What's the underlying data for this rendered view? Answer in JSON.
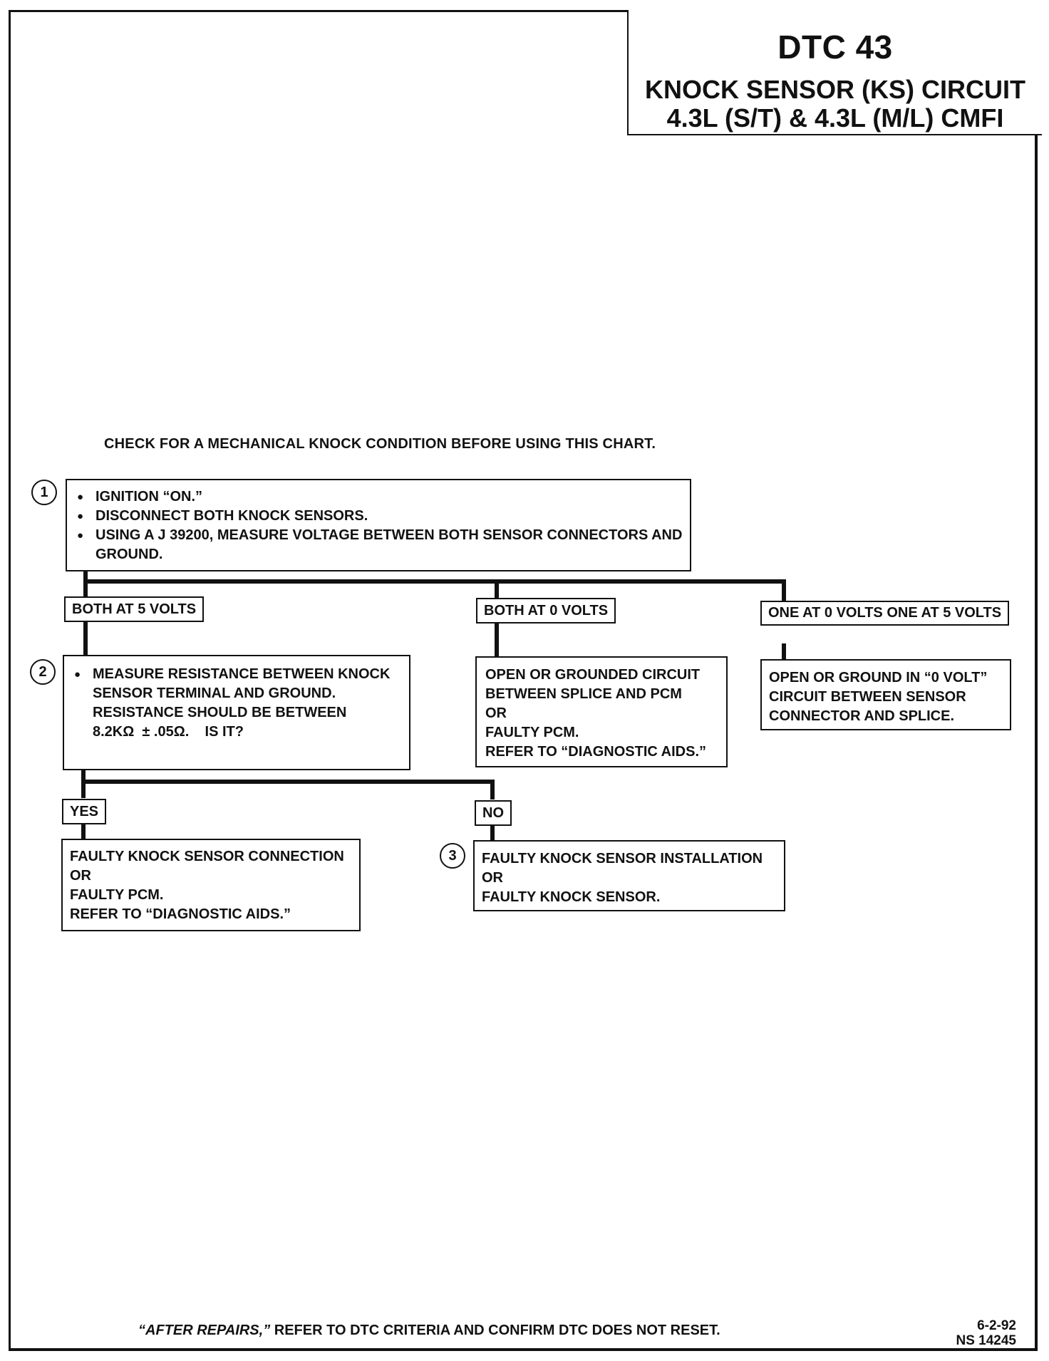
{
  "header": {
    "code": "DTC 43",
    "title_line1": "KNOCK SENSOR (KS) CIRCUIT",
    "title_line2": "4.3L (S/T) & 4.3L (M/L) CMFI"
  },
  "note": "CHECK FOR A MECHANICAL KNOCK CONDITION BEFORE USING THIS CHART.",
  "step1": {
    "number": "1",
    "bullets": [
      "IGNITION “ON.”",
      "DISCONNECT BOTH KNOCK SENSORS.",
      "USING A J 39200, MEASURE VOLTAGE BETWEEN BOTH SENSOR CONNECTORS AND GROUND."
    ]
  },
  "branches1": {
    "both_5v": "BOTH AT 5 VOLTS",
    "both_0v": "BOTH AT 0 VOLTS",
    "mixed_line1": "ONE AT 0 VOLTS",
    "mixed_line2": "ONE AT 5 VOLTS"
  },
  "step2": {
    "number": "2",
    "bullet_lines": [
      "MEASURE RESISTANCE BETWEEN KNOCK",
      "SENSOR TERMINAL AND GROUND.",
      "RESISTANCE SHOULD BE BETWEEN",
      "8.2KΩ  ± .05Ω.    IS IT?"
    ]
  },
  "result_0v": {
    "lines": [
      "OPEN OR GROUNDED CIRCUIT",
      "BETWEEN SPLICE AND PCM",
      "OR",
      "FAULTY PCM.",
      "REFER TO “DIAGNOSTIC AIDS.”"
    ]
  },
  "result_mixed": {
    "lines": [
      "OPEN OR GROUND IN “0 VOLT”",
      "CIRCUIT BETWEEN SENSOR",
      "CONNECTOR AND SPLICE."
    ]
  },
  "branches2": {
    "yes": "YES",
    "no": "NO"
  },
  "result_yes": {
    "lines": [
      "FAULTY KNOCK SENSOR CONNECTION",
      "OR",
      "FAULTY PCM.",
      "REFER TO “DIAGNOSTIC AIDS.”"
    ]
  },
  "step3": {
    "number": "3",
    "lines": [
      "FAULTY KNOCK SENSOR INSTALLATION",
      "OR",
      "FAULTY KNOCK SENSOR."
    ]
  },
  "footer": {
    "italic": "“AFTER REPAIRS,”",
    "rest": " REFER TO DTC CRITERIA AND CONFIRM DTC DOES NOT RESET.",
    "date": "6-2-92",
    "ref": "NS 14245"
  }
}
